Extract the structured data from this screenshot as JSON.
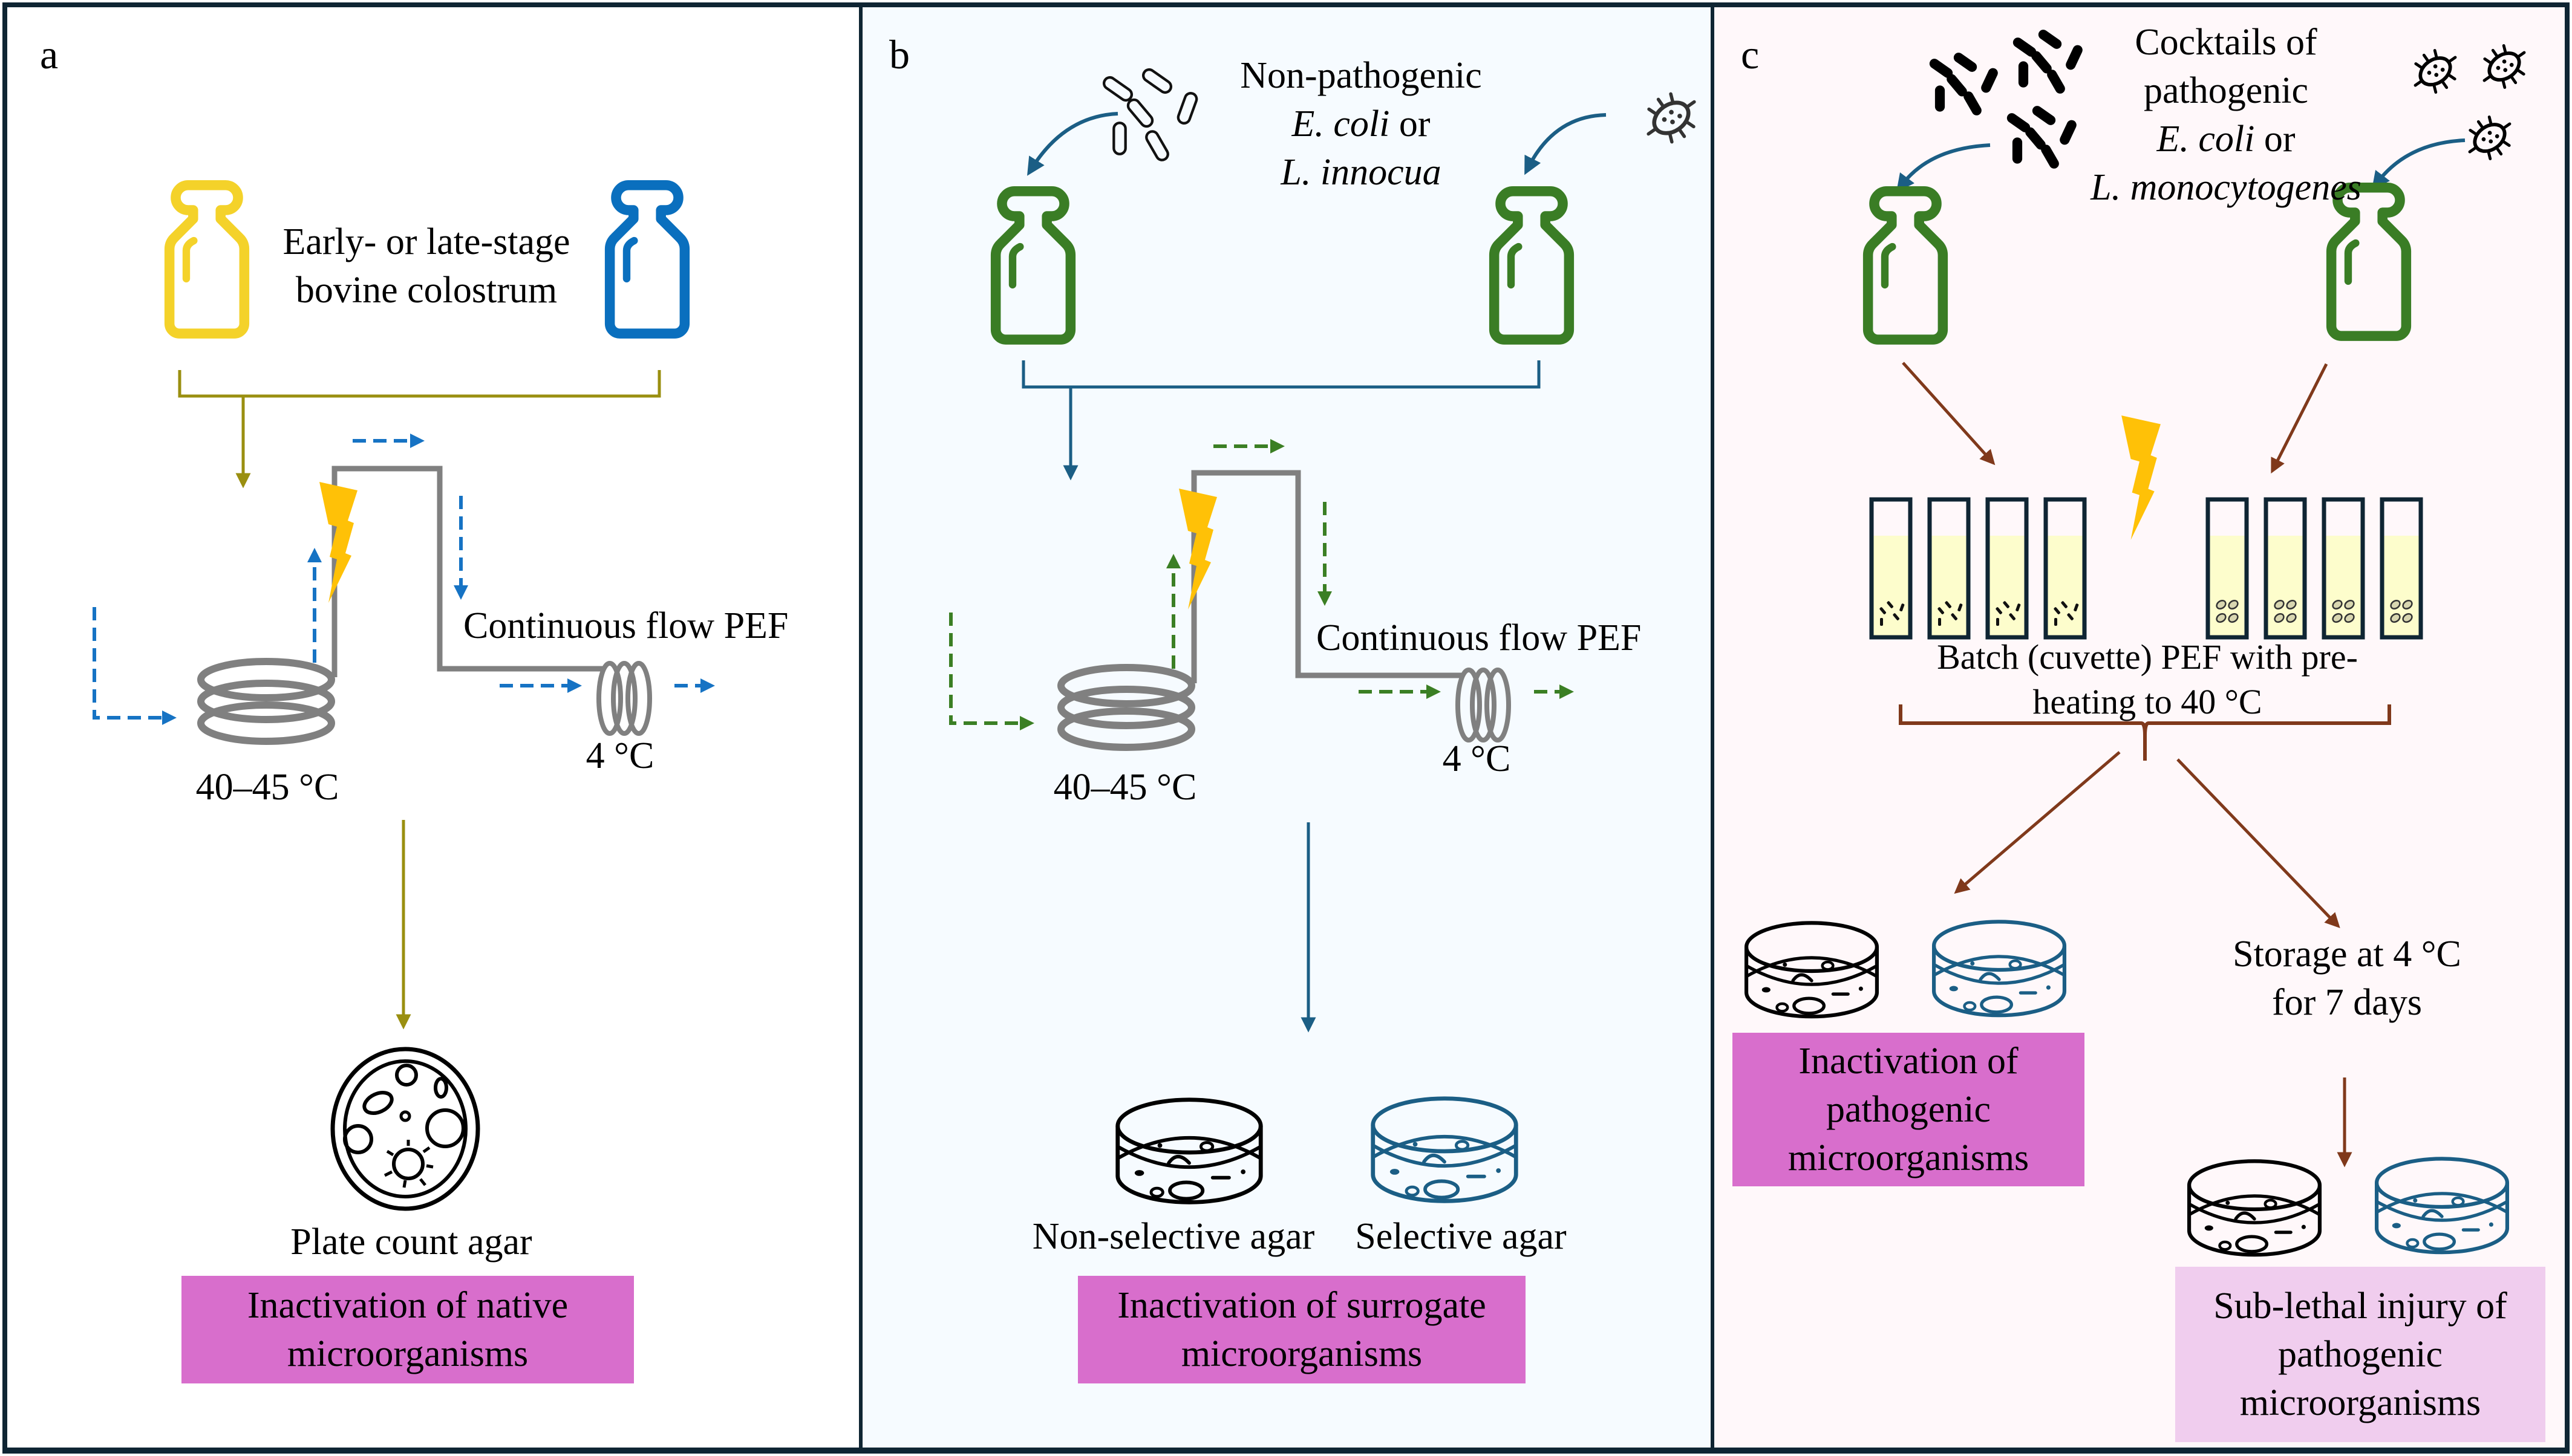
{
  "colors": {
    "frame": "#0f2533",
    "panel_b_bg": "#f6fbff",
    "panel_c_bg": "#fff8fa",
    "bottle_yellow": "#f4d22a",
    "bottle_blue": "#0a6fbe",
    "bottle_green": "#3a7d25",
    "olive_arrow": "#9a8f10",
    "teal_arrow": "#1b5e85",
    "brown_arrow": "#80391b",
    "flow_blue": "#1673c4",
    "flow_green": "#3b7f24",
    "lightning": "#ffc107",
    "pipe_grey": "#808080",
    "box_strong": "#d86ecc",
    "box_light": "#f0cdee",
    "cuvette_fill": "#fdfdcc"
  },
  "panel_a": {
    "letter": "a",
    "sample_label_line1": "Early- or late-stage",
    "sample_label_line2": "bovine colostrum",
    "process_label": "Continuous flow PEF",
    "heating_temp": "40–45 °C",
    "cooling_temp": "4 °C",
    "plate_label": "Plate count agar",
    "outcome_line1": "Inactivation of native",
    "outcome_line2": "microorganisms"
  },
  "panel_b": {
    "letter": "b",
    "inoculum_line1": "Non-pathogenic",
    "inoculum_line2_italic": "E. coli",
    "inoculum_line2_rest": " or",
    "inoculum_line3_italic": "L. innocua",
    "process_label": "Continuous flow PEF",
    "heating_temp": "40–45 °C",
    "cooling_temp": "4 °C",
    "plate_label_1": "Non-selective agar",
    "plate_label_2": "Selective agar",
    "outcome_line1": "Inactivation of surrogate",
    "outcome_line2": "microorganisms"
  },
  "panel_c": {
    "letter": "c",
    "inoculum_line1": "Cocktails of",
    "inoculum_line2": "pathogenic",
    "inoculum_line3_italic": "E. coli",
    "inoculum_line3_rest": " or",
    "inoculum_line4_italic": "L. monocytogenes",
    "process_line1": "Batch (cuvette) PEF with pre-",
    "process_line2": "heating to 40 °C",
    "storage_line1": "Storage at 4 °C",
    "storage_line2": "for 7 days",
    "outcome1_line1": "Inactivation of",
    "outcome1_line2": "pathogenic",
    "outcome1_line3": "microorganisms",
    "outcome2_line1": "Sub-lethal injury of",
    "outcome2_line2": "pathogenic",
    "outcome2_line3": "microorganisms",
    "cuvette_count_per_group": 4
  }
}
